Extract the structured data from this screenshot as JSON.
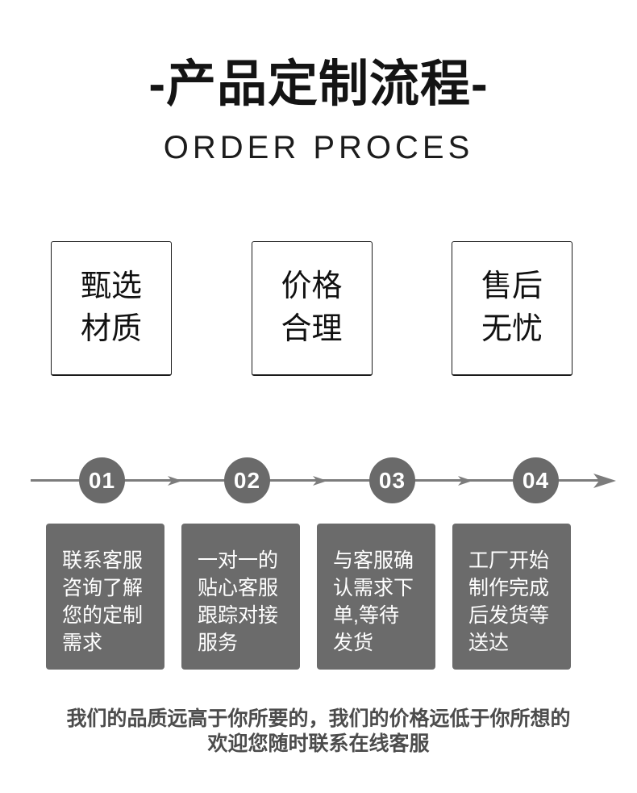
{
  "header": {
    "title": "-产品定制流程-",
    "subtitle": "ORDER PROCES"
  },
  "features": [
    {
      "label": "甄选\n材质"
    },
    {
      "label": "价格\n合理"
    },
    {
      "label": "售后\n无忧"
    }
  ],
  "steps": [
    {
      "number": "01",
      "text": "联系客服\n咨询了解\n您的定制\n需求"
    },
    {
      "number": "02",
      "text": "一对一的\n贴心客服\n跟踪对接\n服务"
    },
    {
      "number": "03",
      "text": "与客服确\n认需求下\n单,等待\n发货"
    },
    {
      "number": "04",
      "text": "工厂开始\n制作完成\n后发货等\n送达"
    }
  ],
  "footer": {
    "line1": "我们的品质远高于你所要的，我们的价格远低于你所想的",
    "line2": "欢迎您随时联系在线客服"
  },
  "colors": {
    "title_text": "#141414",
    "step_box": "#6b6b6b",
    "circle": "#6a6a6a",
    "timeline_line": "#7c7c7c",
    "footer_text": "#4c4c4c",
    "background": "#ffffff"
  }
}
